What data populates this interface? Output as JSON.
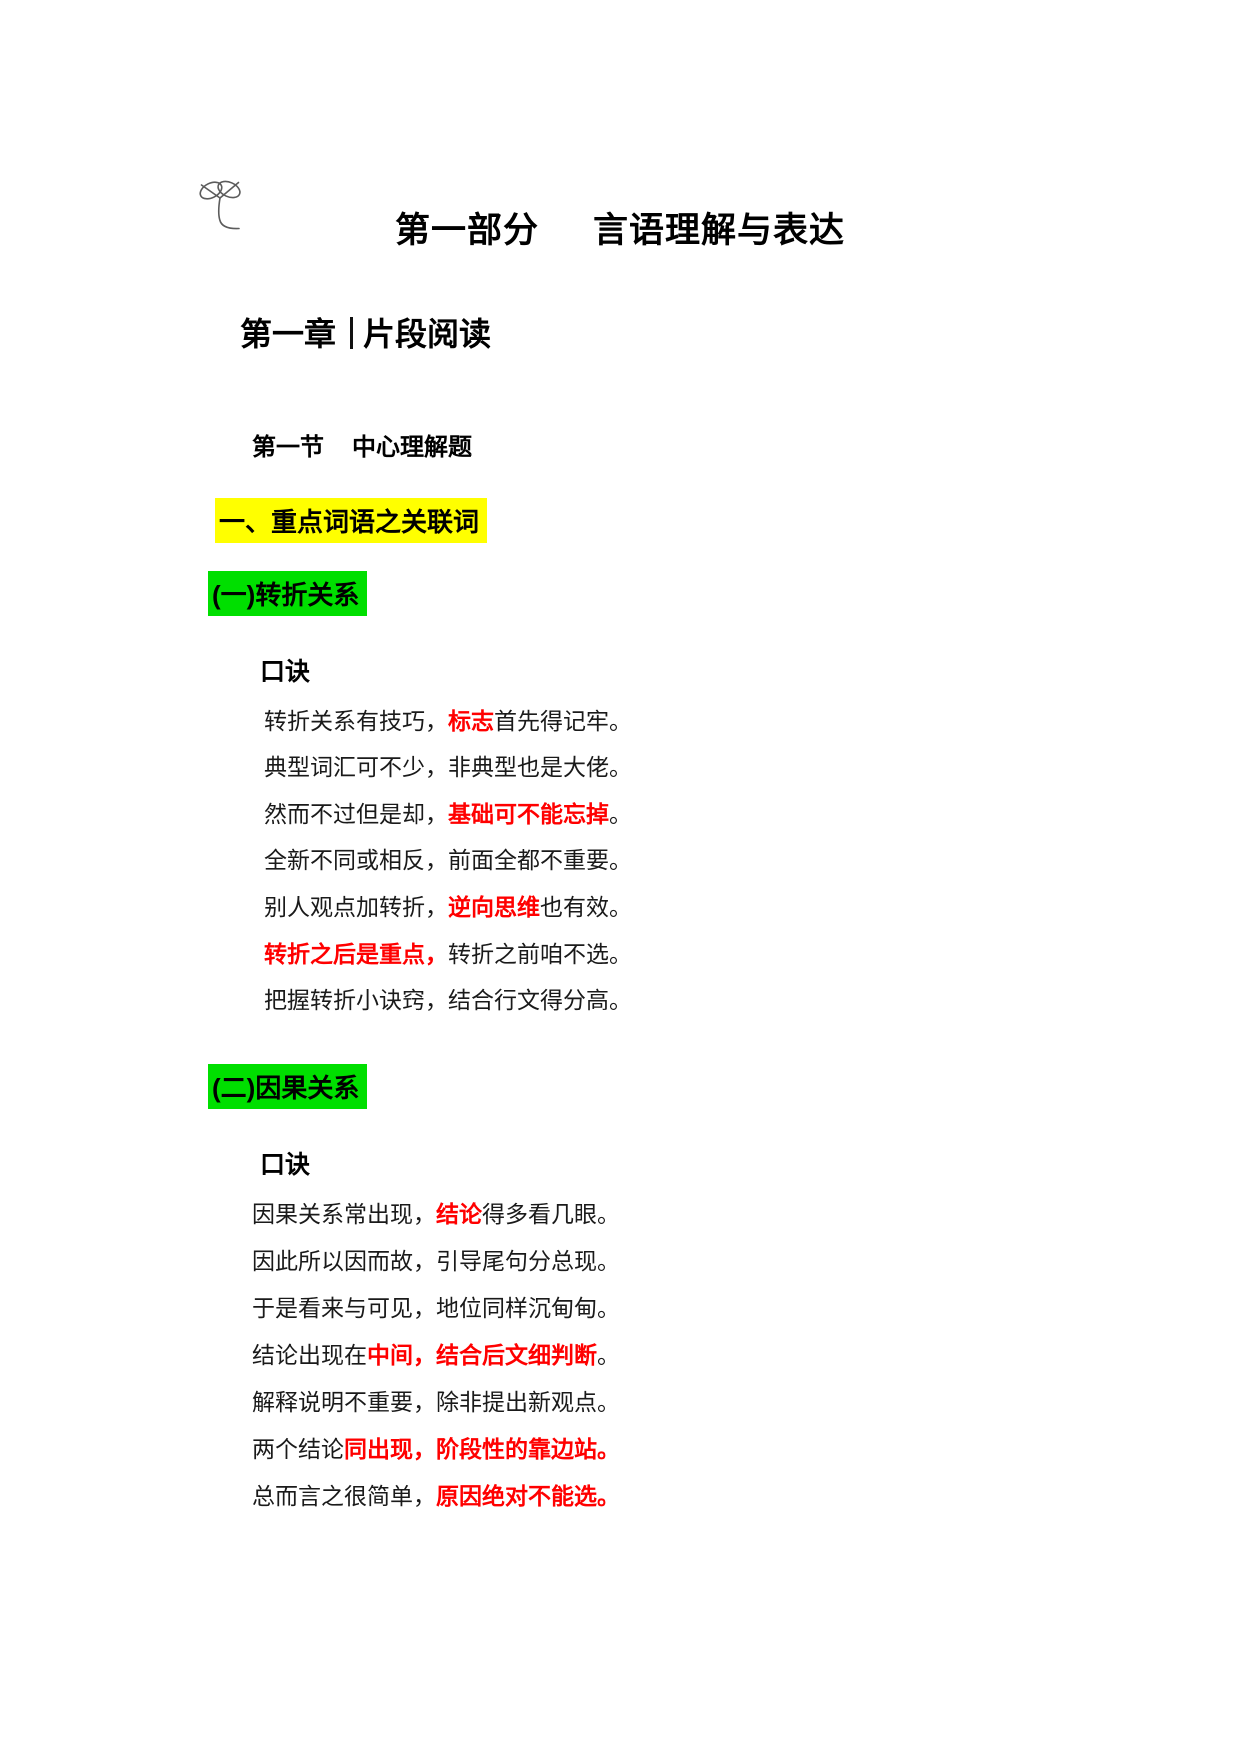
{
  "colors": {
    "highlight_yellow": "#FFFF00",
    "highlight_green": "#00DF00",
    "accent_red": "#FF0000",
    "text": "#1A1A1A"
  },
  "logo_icon": "sprout-icon",
  "title": {
    "part1": "第一部分",
    "part2": "言语理解与表达"
  },
  "chapter": {
    "number": "第一章",
    "name": "片段阅读"
  },
  "section": {
    "number": "第一节",
    "name": "中心理解题"
  },
  "topic_heading": "一、重点词语之关联词",
  "subsections": [
    {
      "heading": "(一)转折关系",
      "mantra_label": "口诀",
      "lines": [
        [
          {
            "t": "转折关系有技巧，",
            "red": false
          },
          {
            "t": "标志",
            "red": true
          },
          {
            "t": "首先得记牢。",
            "red": false
          }
        ],
        [
          {
            "t": "典型词汇可不少，非典型也是大佬。",
            "red": false
          }
        ],
        [
          {
            "t": "然而不过但是却，",
            "red": false
          },
          {
            "t": "基础可不能忘掉",
            "red": true
          },
          {
            "t": "。",
            "red": false
          }
        ],
        [
          {
            "t": "全新不同或相反，前面全都不重要。",
            "red": false
          }
        ],
        [
          {
            "t": "别人观点加转折，",
            "red": false
          },
          {
            "t": "逆向思维",
            "red": true
          },
          {
            "t": "也有效。",
            "red": false
          }
        ],
        [
          {
            "t": "转折之后是重点，",
            "red": true
          },
          {
            "t": "转折之前咱不选。",
            "red": false
          }
        ],
        [
          {
            "t": "把握转折小诀窍，结合行文得分高。",
            "red": false
          }
        ]
      ]
    },
    {
      "heading": "(二)因果关系",
      "mantra_label": "口诀",
      "lines": [
        [
          {
            "t": "因果关系常出现，",
            "red": false
          },
          {
            "t": "结论",
            "red": true
          },
          {
            "t": "得多看几眼。",
            "red": false
          }
        ],
        [
          {
            "t": "因此所以因而故，引导尾句分总现。",
            "red": false
          }
        ],
        [
          {
            "t": "于是看来与可见，地位同样沉甸甸。",
            "red": false
          }
        ],
        [
          {
            "t": "结论出现在",
            "red": false
          },
          {
            "t": "中间，结合后文细判断",
            "red": true
          },
          {
            "t": "。",
            "red": false
          }
        ],
        [
          {
            "t": "解释说明不重要，除非提出新观点。",
            "red": false
          }
        ],
        [
          {
            "t": "两个结论",
            "red": false
          },
          {
            "t": "同出现，阶段性的靠边站。",
            "red": true
          }
        ],
        [
          {
            "t": "总而言之很简单，",
            "red": false
          },
          {
            "t": "原因绝对不能选。",
            "red": true
          }
        ]
      ]
    }
  ]
}
